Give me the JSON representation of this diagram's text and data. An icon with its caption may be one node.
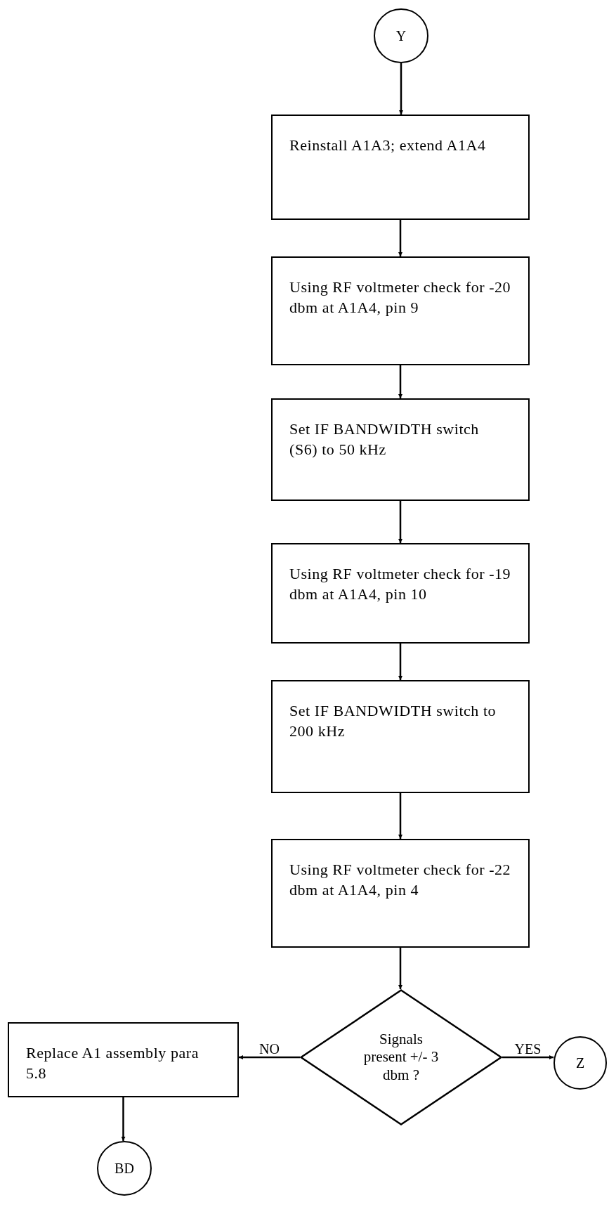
{
  "diagram": {
    "nodes": [
      {
        "text": [
          "Y"
        ]
      },
      {
        "text": [
          "Reinstall A1A3; extend A1A4"
        ]
      },
      {
        "text": [
          "Using RF voltmeter check for -20 dbm at A1A4, pin 9"
        ]
      },
      {
        "text": [
          "Set IF BANDWIDTH switch (S6) to 50 kHz"
        ]
      },
      {
        "text": [
          "Using RF voltmeter check for -19 dbm at A1A4, pin 10"
        ]
      },
      {
        "text": [
          "Set IF BANDWIDTH switch to 200 kHz"
        ]
      },
      {
        "text": [
          "Using RF voltmeter check for -22 dbm at A1A4, pin 4"
        ]
      },
      {
        "text": [
          "Signals present +/- 3 dbm ?"
        ]
      },
      {
        "text": [
          "Replace A1 assembly para 5.8"
        ]
      },
      {
        "text": [
          "Z"
        ]
      },
      {
        "text": [
          "BD"
        ]
      }
    ],
    "edges": [
      {
        "from": 0,
        "to": 1,
        "arrow": "to"
      },
      {
        "from": 1,
        "to": 2,
        "arrow": "to"
      },
      {
        "from": 2,
        "to": 3,
        "arrow": "to"
      },
      {
        "from": 3,
        "to": 4,
        "arrow": "to"
      },
      {
        "from": 4,
        "to": 5,
        "arrow": "to"
      },
      {
        "from": 5,
        "to": 6,
        "arrow": "to"
      },
      {
        "from": 6,
        "to": 7,
        "arrow": "to"
      },
      {
        "from": 7,
        "to": 8,
        "arrow": "to",
        "label": "NO"
      },
      {
        "from": 7,
        "to": 9,
        "arrow": "to",
        "label": "YES"
      },
      {
        "from": 8,
        "to": 10,
        "arrow": "to"
      }
    ]
  }
}
